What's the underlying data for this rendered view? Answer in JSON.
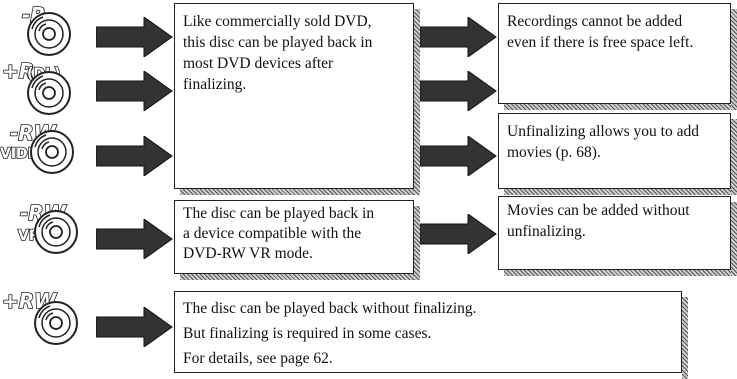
{
  "discs": [
    {
      "name": "DVD-R",
      "line1": "-R",
      "line2": ""
    },
    {
      "name": "DVD+R DL",
      "line1": "+R",
      "line2": "(DL)"
    },
    {
      "name": "DVD-RW VIDEO",
      "line1": "-RW",
      "line2": "VIDEO"
    },
    {
      "name": "DVD-RW VR",
      "line1": "-RW",
      "line2": "VR"
    },
    {
      "name": "DVD+RW",
      "line1": "+RW",
      "line2": ""
    }
  ],
  "boxes": {
    "finalize_playback": {
      "lines": [
        "Like commercially sold DVD,",
        "this disc can be played back in",
        "most DVD devices after",
        "finalizing."
      ]
    },
    "no_add": {
      "lines": [
        "Recordings cannot be added",
        "even if there is free space left."
      ]
    },
    "unfinalize_add": {
      "lines": [
        "Unfinalizing allows you to add",
        "movies (p. 68)."
      ]
    },
    "vr_playback": {
      "lines": [
        "The disc can be played back in",
        "a device compatible with the",
        "DVD-RW VR mode."
      ]
    },
    "vr_add": {
      "lines": [
        "Movies can be added without",
        "unfinalizing."
      ]
    },
    "plusrw_playback": {
      "lines": [
        "The disc can be played back without finalizing.",
        "But finalizing is required in some cases.",
        "For details, see page 62."
      ]
    }
  },
  "colors": {
    "arrow_fill": "#333333",
    "border": "#222222",
    "disc_outline": "#222222"
  },
  "icons": [
    "disc-icon",
    "right-arrow-icon"
  ]
}
